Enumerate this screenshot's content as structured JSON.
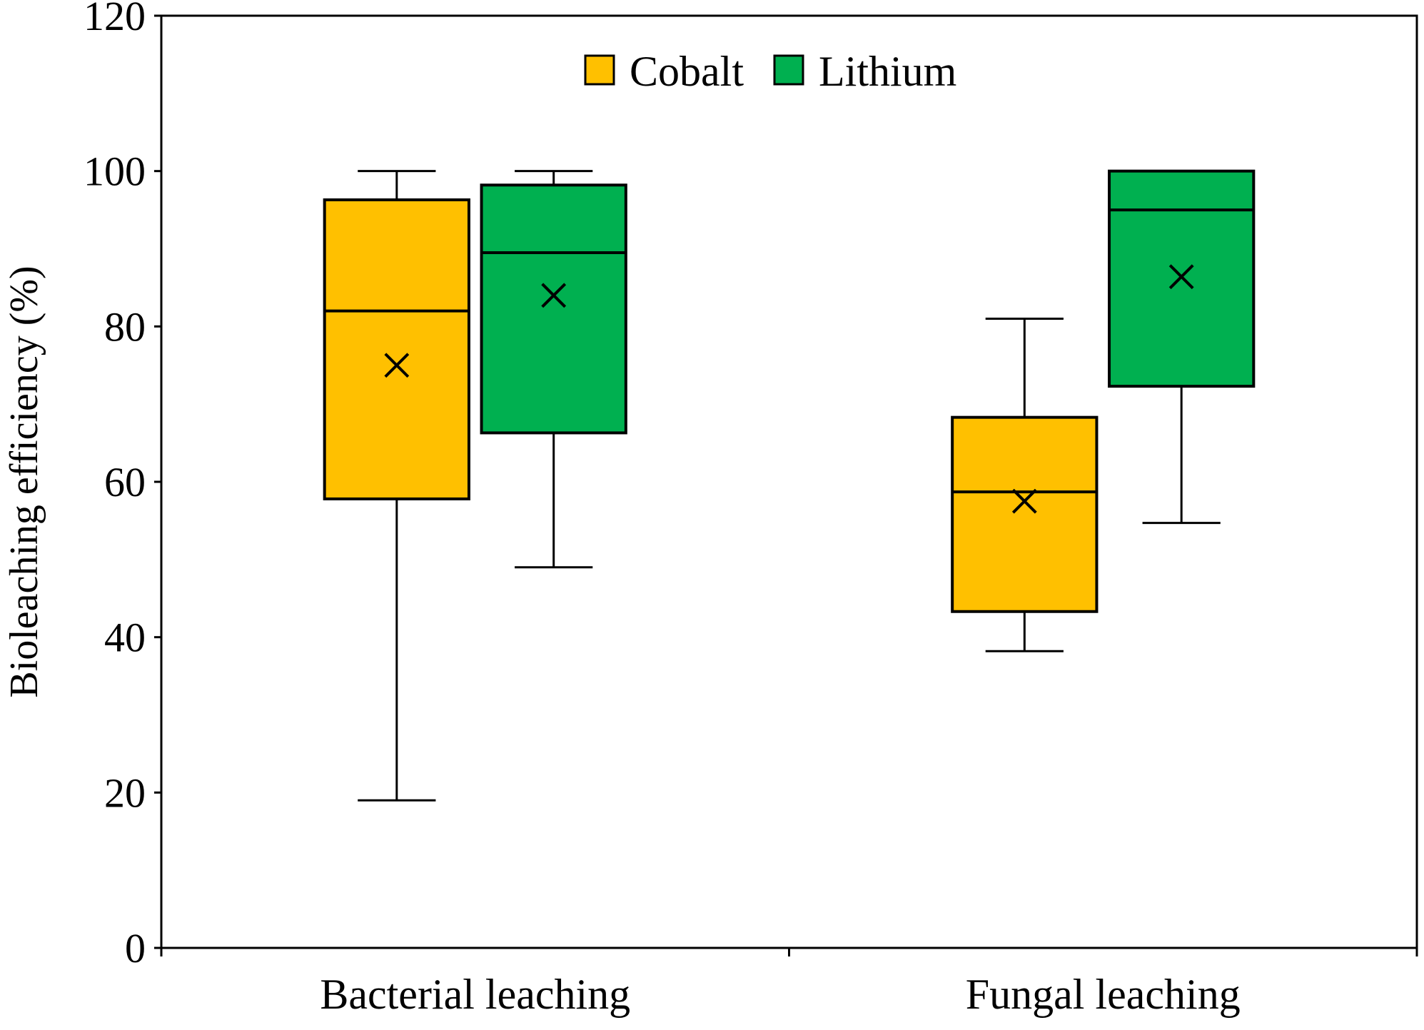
{
  "chart_data": {
    "type": "box",
    "title": "",
    "xlabel": "",
    "ylabel": "Bioleaching efficiency (%)",
    "ylim": [
      0,
      120
    ],
    "yticks": [
      0,
      20,
      40,
      60,
      80,
      100,
      120
    ],
    "grid": false,
    "legend_position": "top-center",
    "categories": [
      "Bacterial leaching",
      "Fungal leaching"
    ],
    "series": [
      {
        "name": "Cobalt",
        "color": "#FFC000",
        "boxes": [
          {
            "min": 19,
            "q1": 57.8,
            "median": 82,
            "q3": 96.3,
            "max": 100,
            "mean": 75
          },
          {
            "min": 38.2,
            "q1": 43.3,
            "median": 58.7,
            "q3": 68.3,
            "max": 81,
            "mean": 57.5
          }
        ]
      },
      {
        "name": "Lithium",
        "color": "#00B050",
        "boxes": [
          {
            "min": 49,
            "q1": 66.3,
            "median": 89.5,
            "q3": 98.2,
            "max": 100,
            "mean": 84
          },
          {
            "min": 54.7,
            "q1": 72.3,
            "median": 95,
            "q3": 100,
            "max": 100,
            "mean": 86.4
          }
        ]
      }
    ]
  }
}
